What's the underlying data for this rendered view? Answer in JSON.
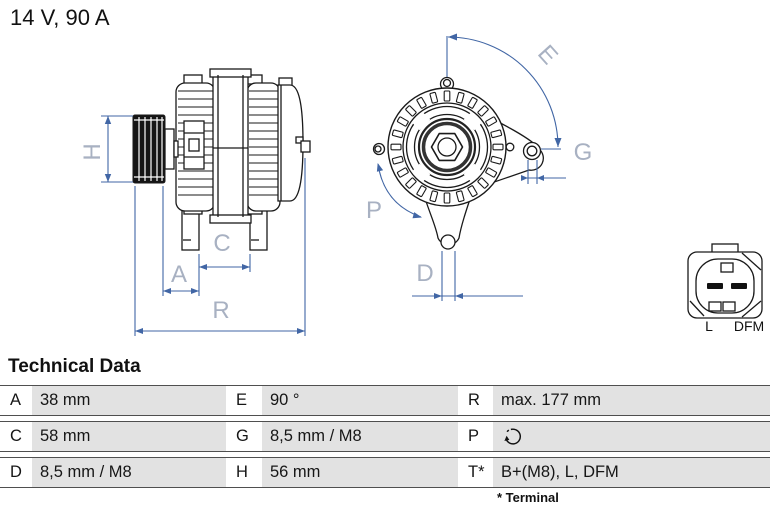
{
  "header": {
    "rating": "14 V, 90 A"
  },
  "section": {
    "title": "Technical Data"
  },
  "diagram": {
    "labels": {
      "h": "H",
      "a": "A",
      "c": "C",
      "r": "R",
      "e": "E",
      "g": "G",
      "p": "P",
      "d": "D"
    },
    "connector": {
      "l": "L",
      "dfm": "DFM"
    },
    "icons": {
      "p_rotation": "rotation-direction-icon"
    },
    "colors": {
      "dimension_line": "#4166a5",
      "dimension_label": "#a8b1c2",
      "line_art": "#1a1a1a"
    }
  },
  "table": {
    "rows": [
      {
        "c0": "A",
        "c1": "38 mm",
        "c2": "E",
        "c3": "90 °",
        "c4": "R",
        "c5": "max. 177 mm"
      },
      {
        "c0": "C",
        "c1": "58 mm",
        "c2": "G",
        "c3": "8,5 mm / M8",
        "c4": "P",
        "c5": ""
      },
      {
        "c0": "D",
        "c1": "8,5 mm / M8",
        "c2": "H",
        "c3": "56 mm",
        "c4": "T*",
        "c5": "B+(M8), L, DFM"
      }
    ],
    "colors": {
      "value_cell_bg": "#e2e2e2",
      "row_border": "#4f4f4f"
    },
    "footnote": "* Terminal"
  }
}
